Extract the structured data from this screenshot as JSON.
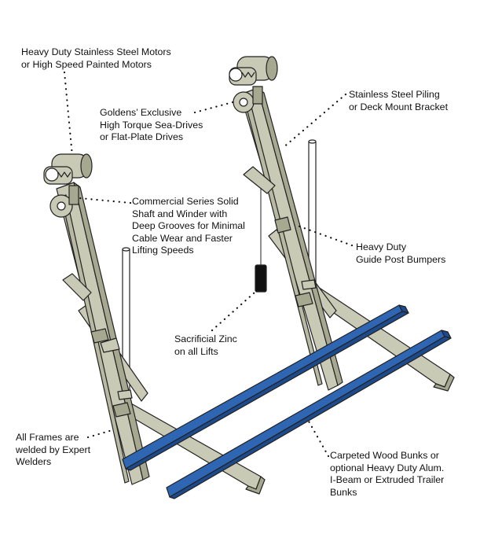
{
  "callouts": {
    "motors": [
      "Heavy Duty Stainless Steel Motors",
      "or High Speed Painted Motors"
    ],
    "drives": [
      "Goldens’ Exclusive",
      "High Torque Sea-Drives",
      "or  Flat-Plate Drives"
    ],
    "shaft": [
      "Commercial Series Solid",
      "Shaft and Winder with",
      "Deep Grooves for Minimal",
      "Cable Wear and Faster",
      "Lifting Speeds"
    ],
    "piling": [
      "Stainless Steel Piling",
      "or Deck Mount Bracket"
    ],
    "bumpers": [
      "Heavy Duty",
      "Guide Post Bumpers"
    ],
    "zinc": [
      "Sacrificial Zinc",
      "on all Lifts"
    ],
    "frames": [
      "All Frames are",
      "welded by Expert",
      "Welders"
    ],
    "bunks": [
      "Carpeted Wood Bunks or",
      "optional Heavy Duty Alum.",
      "I-Beam or Extruded Trailer",
      "Bunks"
    ]
  },
  "colors": {
    "frame": "#c9cab6",
    "frame_dark": "#a7a890",
    "bunk": "#2f66b3",
    "bunk_dark": "#1d4a8c",
    "outline": "#222222",
    "zinc": "#111111",
    "post": "#ffffff"
  }
}
